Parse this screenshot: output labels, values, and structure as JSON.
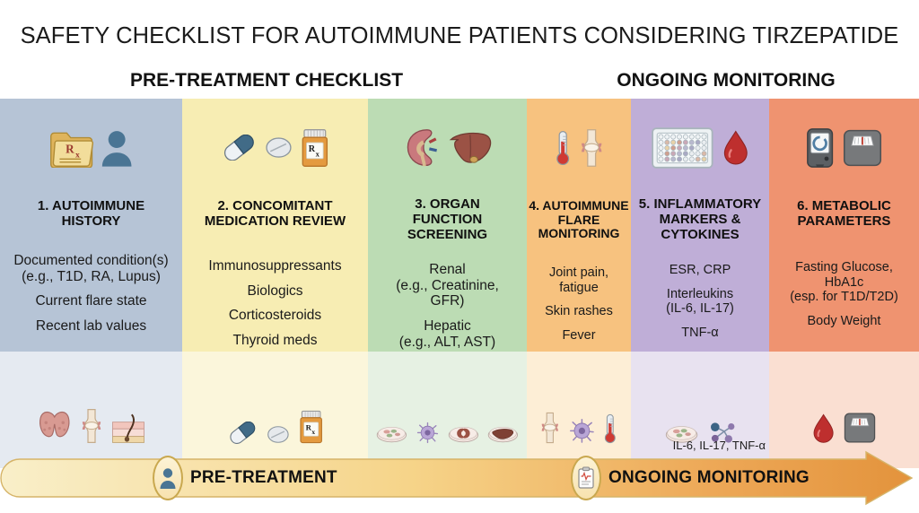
{
  "header": {
    "main_title": "SAFETY CHECKLIST FOR AUTOIMMUNE PATIENTS CONSIDERING TIRZEPATIDE",
    "section_pre": "PRE-TREATMENT CHECKLIST",
    "section_ongoing": "ONGOING MONITORING"
  },
  "colors": {
    "col1_bg": "#b6c4d6",
    "col2_bg": "#f7edb3",
    "col3_bg": "#bcdcb4",
    "col4_bg": "#f7c27f",
    "col5_bg": "#bfaed7",
    "col6_bg": "#ef9370",
    "arrow_start": "#f7e8b8",
    "arrow_end": "#e8963f",
    "title_text": "#1b1b1b"
  },
  "columns": [
    {
      "id": "autoimmune-history",
      "number": "1.",
      "title": "1. AUTOIMMUNE\nHISTORY",
      "bullets": [
        "Documented condition(s)\n(e.g., T1D, RA, Lupus)",
        "Current flare state",
        "Recent lab values"
      ],
      "top_icons": [
        "rx-folder-icon",
        "patient-person-icon"
      ],
      "tray_icons": [
        "thyroid-gland-icon",
        "joint-icon",
        "skin-layers-icon"
      ],
      "tray_caption": ""
    },
    {
      "id": "concomitant-medication-review",
      "number": "2.",
      "title": "2. CONCOMITANT\nMEDICATION REVIEW",
      "bullets": [
        "Immunosuppressants",
        "Biologics",
        "Corticosteroids",
        "Thyroid meds"
      ],
      "top_icons": [
        "capsule-pill-icon",
        "tablet-pill-icon",
        "rx-pill-bottle-icon"
      ],
      "tray_icons": [
        "capsule-pill-icon",
        "tablet-pill-icon",
        "rx-pill-bottle-icon"
      ],
      "tray_caption": ""
    },
    {
      "id": "organ-function-screening",
      "number": "3.",
      "title": "3. ORGAN\nFUNCTION\nSCREENING",
      "bullets": [
        "Renal\n(e.g., Creatinine,\nGFR)",
        "Hepatic\n(e.g., ALT, AST)"
      ],
      "top_icons": [
        "kidney-icon",
        "liver-icon"
      ],
      "tray_icons": [
        "petri-dish-icon",
        "immune-cell-icon",
        "kidney-dish-icon",
        "liver-dish-icon"
      ],
      "tray_caption": ""
    },
    {
      "id": "autoimmune-flare-monitoring",
      "number": "4.",
      "title": "4. AUTOIMMUNE\nFLARE\nMONITORING",
      "bullets": [
        "Joint pain,\nfatigue",
        "Skin rashes",
        "Fever"
      ],
      "top_icons": [
        "thermometer-icon",
        "joint-icon"
      ],
      "tray_icons": [
        "joint-icon",
        "immune-cell-icon",
        "thermometer-icon"
      ],
      "tray_caption": ""
    },
    {
      "id": "inflammatory-markers-cytokines",
      "number": "5.",
      "title": "5. INFLAMMATORY\nMARKERS &\nCYTOKINES",
      "bullets": [
        "ESR, CRP",
        "Interleukins\n(IL-6, IL-17)",
        "TNF-α"
      ],
      "top_icons": [
        "microplate-icon",
        "blood-drop-icon"
      ],
      "tray_icons": [
        "petri-dish-icon",
        "cytokine-molecule-icon"
      ],
      "tray_caption": "IL-6, IL-17, TNF-α"
    },
    {
      "id": "metabolic-parameters",
      "number": "6.",
      "title": "6. METABOLIC\nPARAMETERS",
      "bullets": [
        "Fasting Glucose,\nHbA1c\n(esp. for T1D/T2D)",
        "Body Weight"
      ],
      "top_icons": [
        "glucometer-icon",
        "weight-scale-icon"
      ],
      "tray_icons": [
        "blood-drop-icon",
        "weight-scale-icon"
      ],
      "tray_caption": ""
    }
  ],
  "timeline": {
    "stages": [
      {
        "id": "pre-treatment",
        "label": "PRE-TREATMENT",
        "icon": "patient-person-icon"
      },
      {
        "id": "ongoing-monitoring",
        "label": "ONGOING MONITORING",
        "icon": "clipboard-chart-icon"
      }
    ]
  }
}
